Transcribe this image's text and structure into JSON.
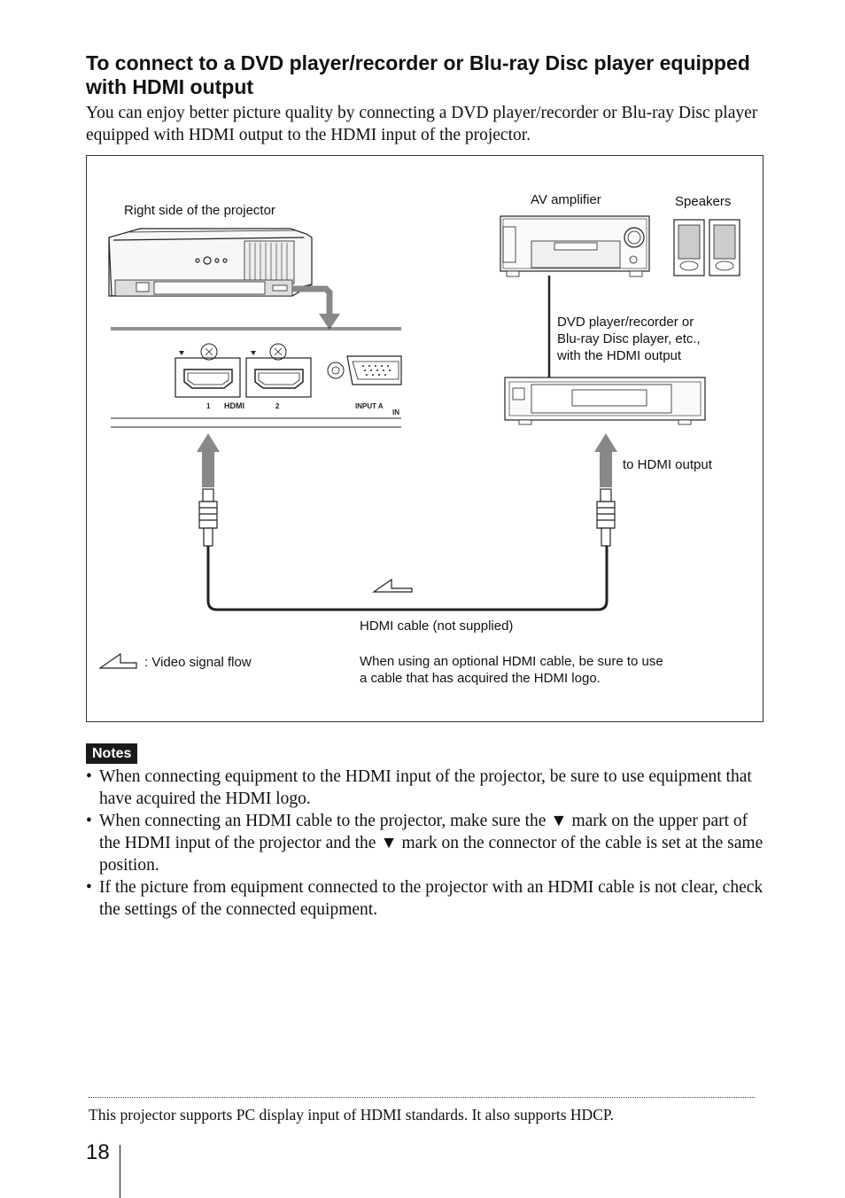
{
  "heading": "To connect to a DVD player/recorder or Blu-ray Disc player equipped with HDMI output",
  "intro": "You can enjoy better picture quality by connecting a DVD player/recorder or Blu-ray Disc player equipped with HDMI output to the HDMI input of the projector.",
  "diagram": {
    "projector_label": "Right side of the projector",
    "amplifier_label": "AV amplifier",
    "speakers_label": "Speakers",
    "player_label_lines": [
      "DVD player/recorder or",
      "Blu-ray Disc player, etc.,",
      "with the HDMI output"
    ],
    "to_hdmi_output": "to HDMI output",
    "cable_label": "HDMI cable (not supplied)",
    "legend_label": ": Video signal flow",
    "cable_note_lines": [
      "When using an optional HDMI cable, be sure to use",
      "a cable that has acquired the HDMI logo."
    ],
    "port_1": "1",
    "port_2": "2",
    "hdmi_logo": "HDMI",
    "input_a": "INPUT A",
    "input_cut": "IN"
  },
  "notes": {
    "badge": "Notes",
    "bullet": "•",
    "items": [
      "When connecting equipment to the HDMI input of the projector, be sure to use equipment that have acquired the HDMI logo.",
      "When connecting an HDMI cable to the projector, make sure the ▼ mark on the upper part of the HDMI input of the projector and the ▼ mark on the connector of the cable is set at the same position.",
      "If the picture from equipment connected to the projector with an HDMI cable is not clear, check the settings of the connected equipment."
    ]
  },
  "footnote": "This projector supports PC display input of HDMI standards. It also supports HDCP.",
  "page_number": "18"
}
